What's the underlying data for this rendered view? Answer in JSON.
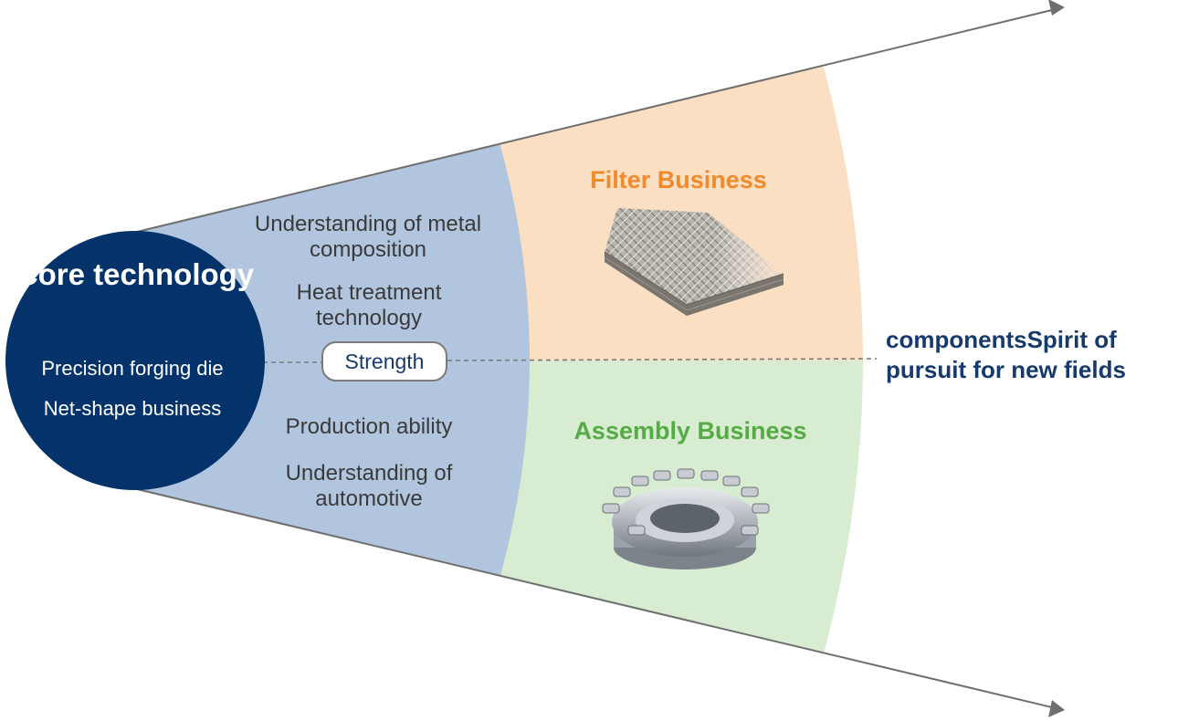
{
  "core": {
    "title": "Core technology",
    "items": [
      "Precision forging die",
      "Net-shape business"
    ]
  },
  "strengths": {
    "label": "Strength",
    "items": [
      "Understanding of metal composition",
      "Heat treatment technology",
      "Production ability",
      "Understanding of automotive"
    ]
  },
  "businesses": [
    {
      "title": "Filter Business",
      "color": "#ef8a2d",
      "image": "metal-mesh-filter"
    },
    {
      "title": "Assembly Business",
      "color": "#55ab45",
      "image": "turbo-nozzle-ring-assembly"
    }
  ],
  "side_text": "componentsSpirit of pursuit for new fields",
  "colors": {
    "core_circle": "#04336b",
    "strength_zone": "#b1c5df",
    "filter_zone": "#fbdfc3",
    "assembly_zone": "#d7ecd0",
    "text_dark": "#173a6d"
  }
}
